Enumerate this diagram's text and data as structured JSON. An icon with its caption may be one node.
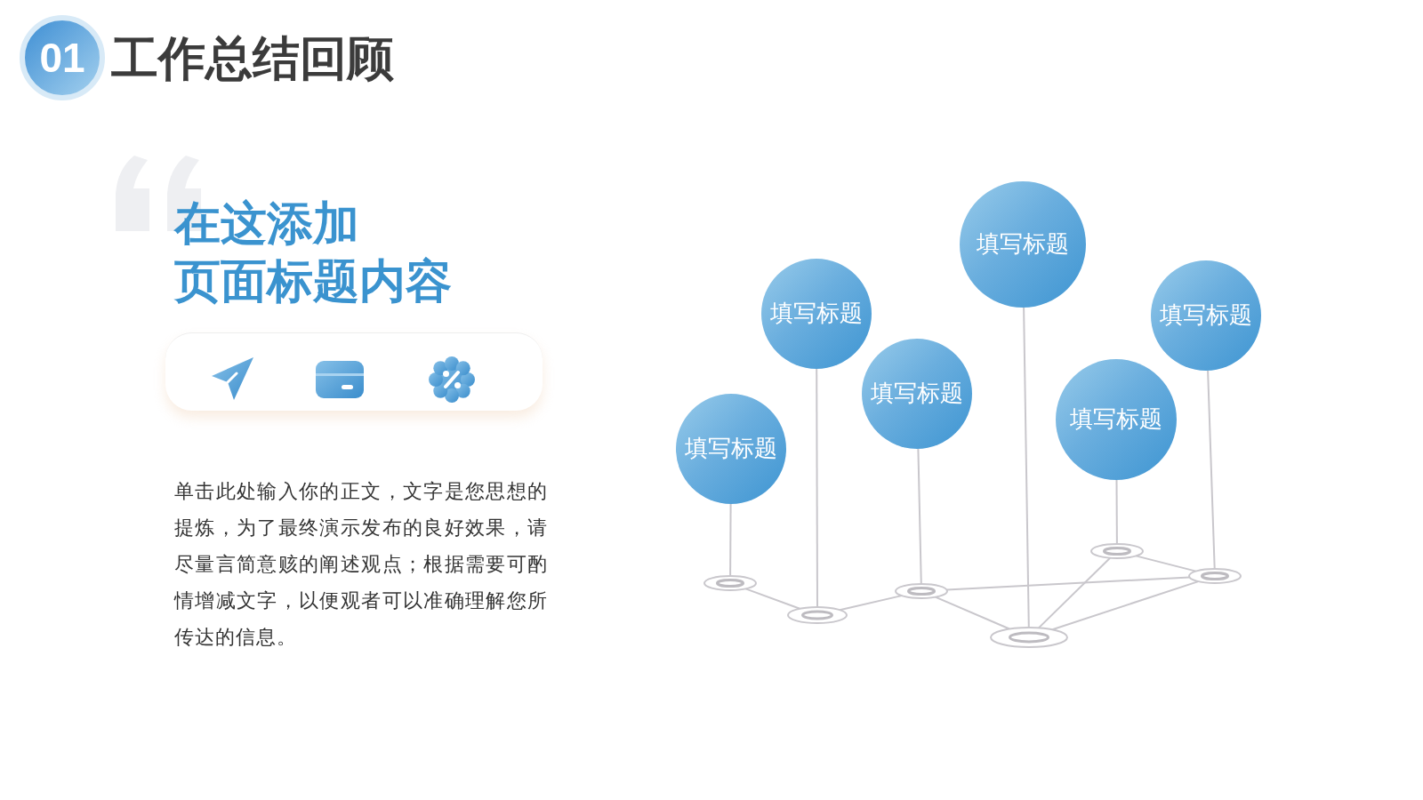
{
  "diagram": {
    "title": "工作总结回顾",
    "nodes": [
      {
        "text": [
          "01"
        ]
      },
      {
        "text": [
          "填写标题"
        ]
      },
      {
        "text": [
          "填写标题"
        ]
      },
      {
        "text": [
          "填写标题"
        ]
      },
      {
        "text": [
          "填写标题"
        ]
      },
      {
        "text": [
          "填写标题"
        ]
      },
      {
        "text": [
          "填写标题"
        ]
      },
      {
        "text": [],
        "shape": "ring"
      },
      {
        "text": [],
        "shape": "ring"
      },
      {
        "text": [],
        "shape": "ring"
      },
      {
        "text": [],
        "shape": "ring"
      },
      {
        "text": [],
        "shape": "ring"
      },
      {
        "text": [],
        "shape": "ring"
      }
    ],
    "edges": [
      {
        "from": 1,
        "to": 7,
        "arrow": "none"
      },
      {
        "from": 2,
        "to": 8,
        "arrow": "none"
      },
      {
        "from": 3,
        "to": 9,
        "arrow": "none"
      },
      {
        "from": 4,
        "to": 10,
        "arrow": "none"
      },
      {
        "from": 5,
        "to": 11,
        "arrow": "none"
      },
      {
        "from": 6,
        "to": 12,
        "arrow": "none"
      },
      {
        "from": 7,
        "to": 8,
        "arrow": "none"
      },
      {
        "from": 8,
        "to": 9,
        "arrow": "none"
      },
      {
        "from": 9,
        "to": 10,
        "arrow": "none"
      },
      {
        "from": 9,
        "to": 12,
        "arrow": "none"
      },
      {
        "from": 10,
        "to": 11,
        "arrow": "none"
      },
      {
        "from": 10,
        "to": 12,
        "arrow": "none"
      },
      {
        "from": 11,
        "to": 12,
        "arrow": "none"
      }
    ],
    "labels": [
      "在这添加页面标题内容",
      "单击此处输入你的正文，文字是您思想的提炼，为了最终演示发布的良好效果，请尽量言简意赅的阐述观点；根据需要可酌情增减文字，以便观者可以准确理解您所传达的信息。"
    ]
  }
}
